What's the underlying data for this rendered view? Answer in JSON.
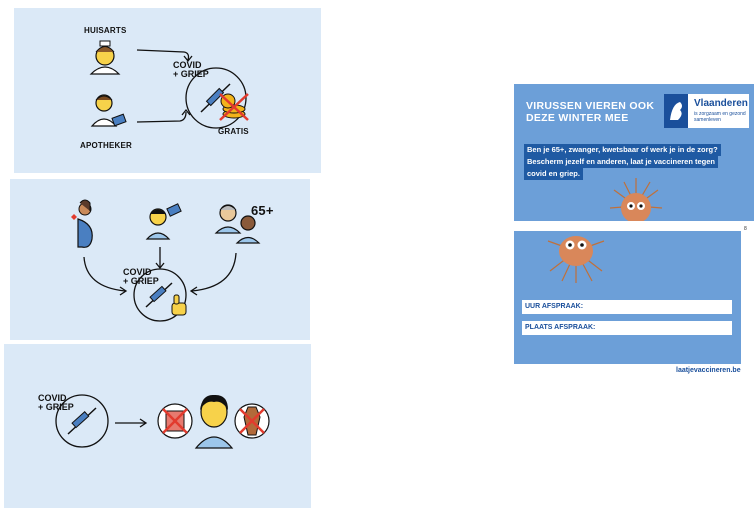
{
  "panel1": {
    "huisarts": "HUISARTS",
    "apotheker": "APOTHEKER",
    "covid_line1": "COVID",
    "covid_line2": "+ GRIEP",
    "gratis": "GRATIS"
  },
  "panel2": {
    "age": "65+",
    "covid_line1": "COVID",
    "covid_line2": "+ GRIEP"
  },
  "panel3": {
    "covid_line1": "COVID",
    "covid_line2": "+ GRIEP"
  },
  "poster": {
    "headline": "VIRUSSEN VIEREN OOK DEZE WINTER MEE",
    "logo_name": "Vlaanderen",
    "logo_tagline": "is zorgzaam en gezond samenleven",
    "question_lines": [
      "Ben je 65+, zwanger, kwetsbaar of werk je in de zorg?",
      "Bescherm jezelf en anderen, laat je vaccineren tegen",
      "covid en griep."
    ],
    "field_time": "UUR AFSPRAAK:",
    "field_place": "PLAATS AFSPRAAK:",
    "website": "laatjevaccineren.be",
    "page_number": "8"
  },
  "colors": {
    "panel_bg": "#dbe9f7",
    "poster_blue": "#6c9fd8",
    "flanders_blue": "#1a4f9b"
  }
}
